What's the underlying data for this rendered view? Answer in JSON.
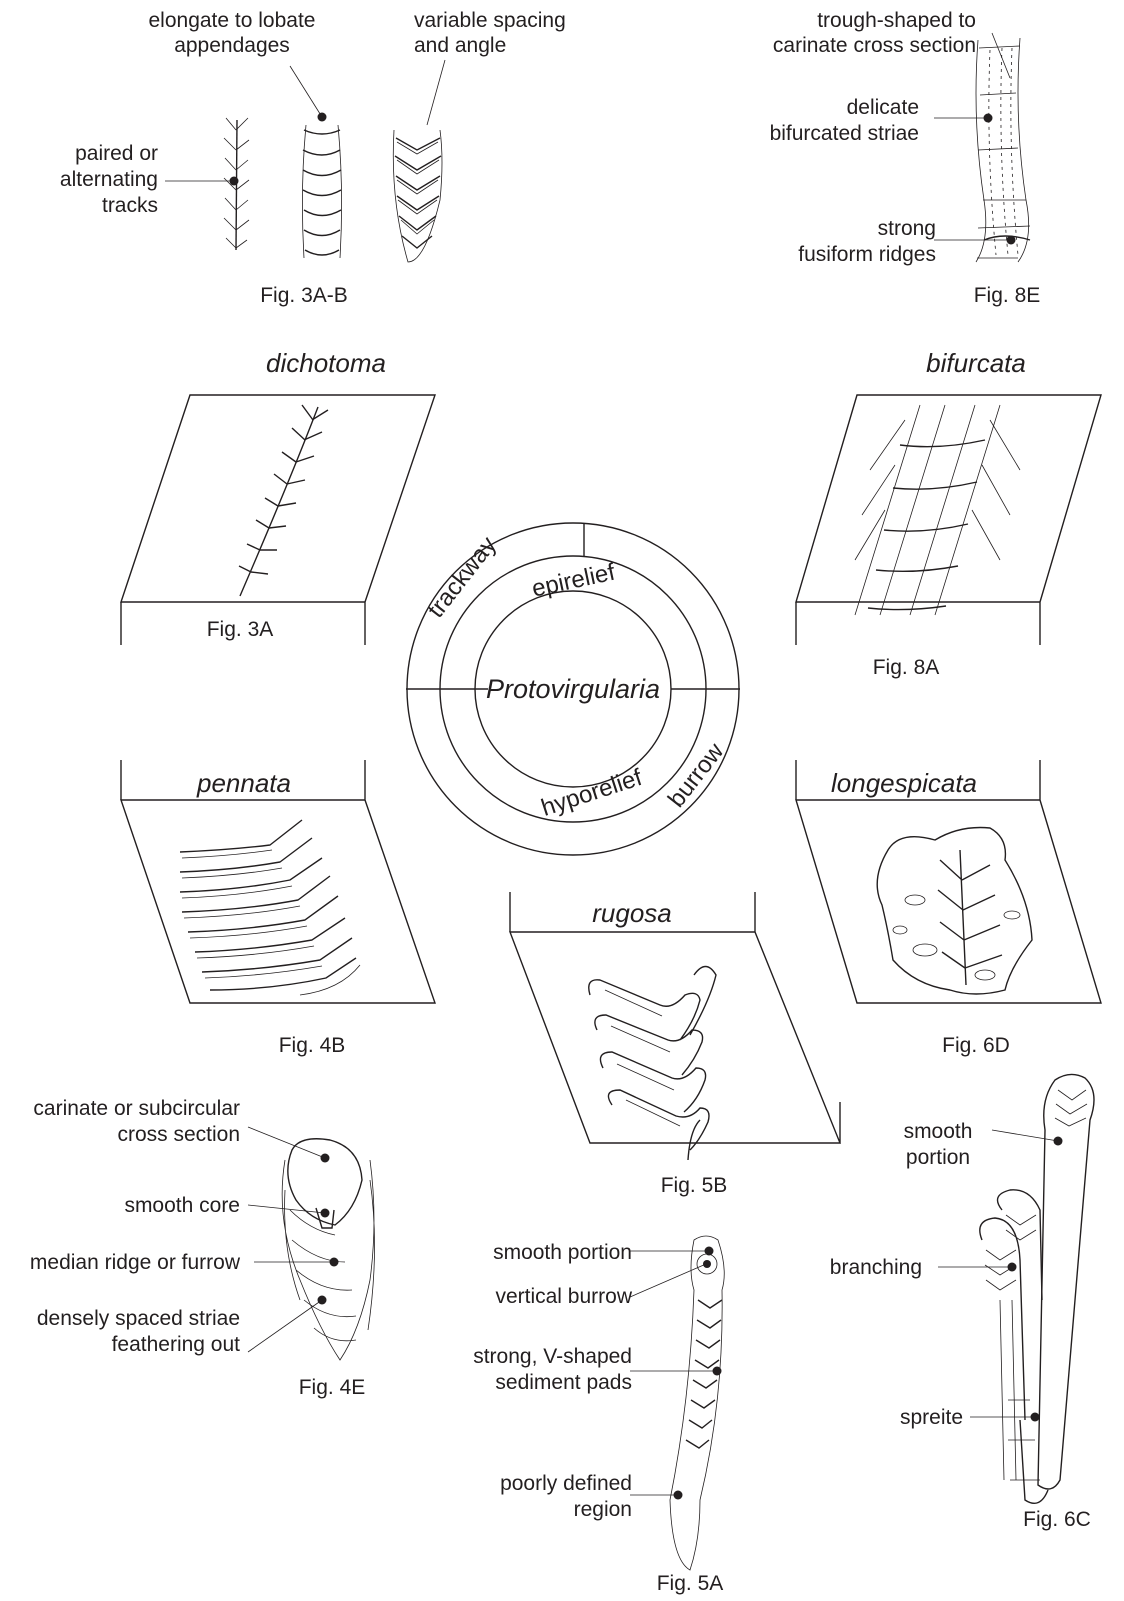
{
  "center": {
    "genus": "Protovirgularia",
    "ring_top_left": "trackway",
    "ring_top_right": "epirelief",
    "ring_bottom_left": "hyporelief",
    "ring_bottom_right": "burrow"
  },
  "taxa": {
    "dichotoma": "dichotoma",
    "bifurcata": "bifurcata",
    "pennata": "pennata",
    "longespicata": "longespicata",
    "rugosa": "rugosa"
  },
  "figures": {
    "fig3ab": "Fig. 3A-B",
    "fig8e": "Fig. 8E",
    "fig3a": "Fig. 3A",
    "fig8a": "Fig. 8A",
    "fig4b": "Fig. 4B",
    "fig6d": "Fig. 6D",
    "fig5b": "Fig. 5B",
    "fig4e": "Fig. 4E",
    "fig6c": "Fig. 6C",
    "fig5a": "Fig. 5A"
  },
  "labels": {
    "elongate_1": "elongate to lobate",
    "elongate_2": "appendages",
    "variable_1": "variable spacing",
    "variable_2": "and angle",
    "paired_1": "paired or",
    "paired_2": "alternating",
    "paired_3": "tracks",
    "trough_1": "trough-shaped to",
    "trough_2": "carinate cross section",
    "delicate_1": "delicate",
    "delicate_2": "bifurcated striae",
    "strong_1": "strong",
    "strong_2": "fusiform ridges",
    "carinate_1": "carinate or subcircular",
    "carinate_2": "cross section",
    "smooth_core": "smooth core",
    "median": "median ridge or furrow",
    "dense_1": "densely spaced striae",
    "dense_2": "feathering out",
    "smooth_portion": "smooth portion",
    "vertical_burrow": "vertical burrow",
    "vpads_1": "strong, V-shaped",
    "vpads_2": "sediment pads",
    "poorly_1": "poorly defined",
    "poorly_2": "region",
    "smooth6c_1": "smooth",
    "smooth6c_2": "portion",
    "branching": "branching",
    "spreite": "spreite"
  }
}
